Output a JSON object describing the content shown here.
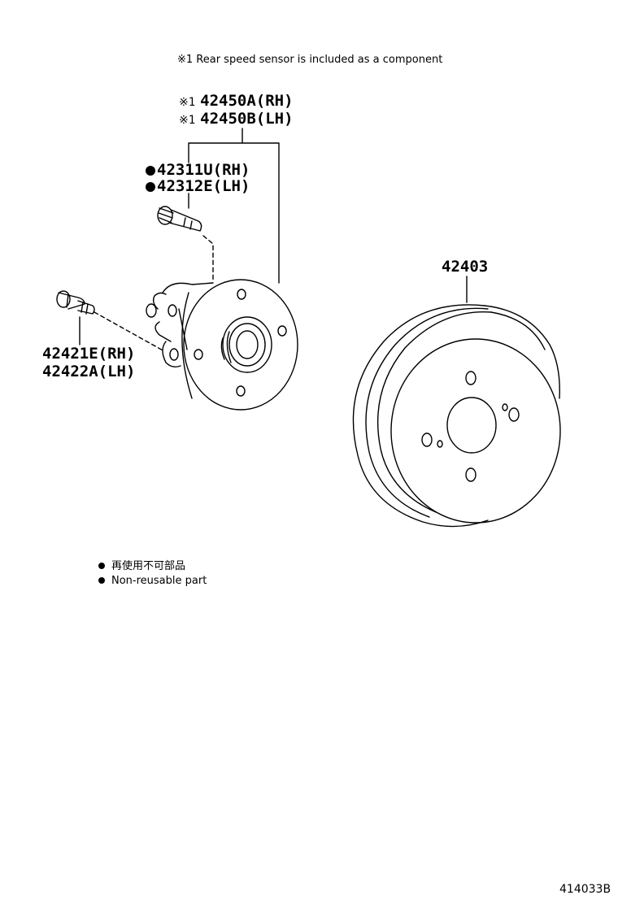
{
  "header_note": "※1 Rear speed sensor is included as a component",
  "hub_assembly": {
    "mark": "※1",
    "rh": "42450A(RH)",
    "lh": "42450B(LH)"
  },
  "hub_bolt": {
    "rh": "42311U(RH)",
    "lh": "42312E(LH)",
    "non_reusable": true
  },
  "hub_mount_bolt": {
    "rh": "42421E(RH)",
    "lh": "42422A(LH)"
  },
  "brake_drum": {
    "part_number": "42403"
  },
  "legend": {
    "jp": "再使用不可部品",
    "en": "Non-reusable part"
  },
  "figure_id": "414033B"
}
